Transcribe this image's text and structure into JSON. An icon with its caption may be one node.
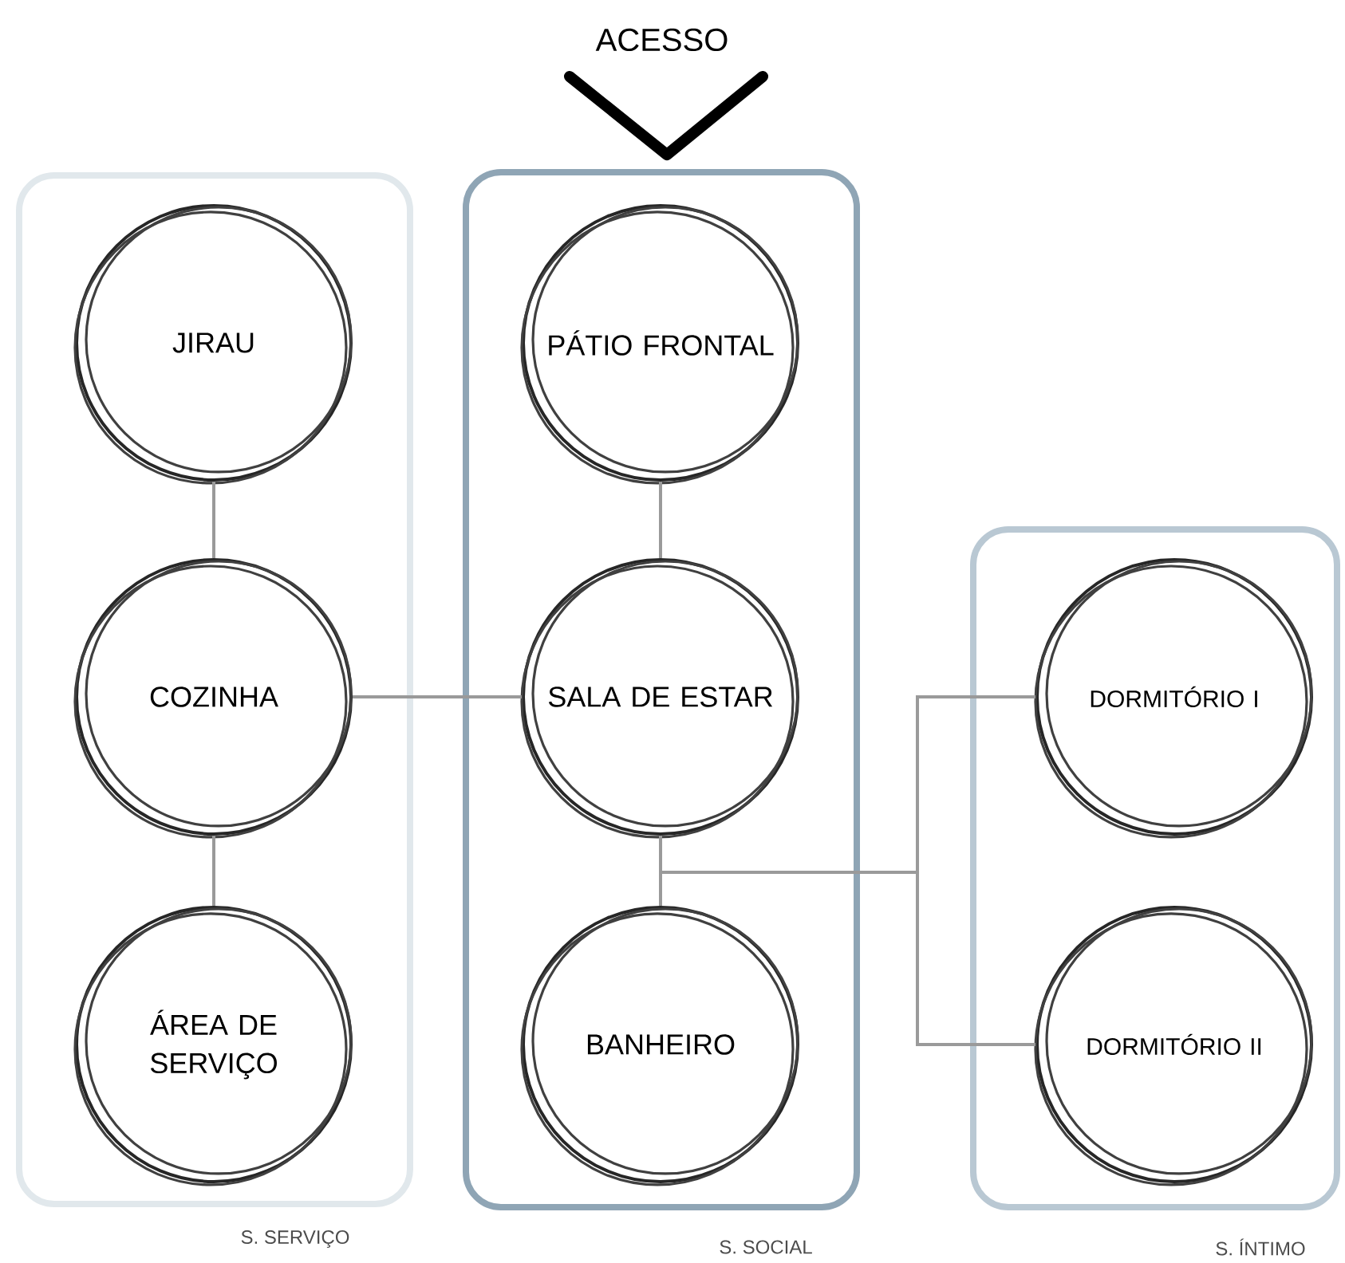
{
  "diagram": {
    "nodes": [
      {
        "text": [
          "S. SERVIÇO"
        ]
      },
      {
        "text": [
          "JIRAU"
        ],
        "in": 0
      },
      {
        "text": [
          "COZINHA"
        ],
        "in": 0
      },
      {
        "text": [
          "ÁREA DE SERVIÇO"
        ],
        "in": 0
      },
      {
        "text": [
          "S. SOCIAL"
        ]
      },
      {
        "text": [
          "PÁTIO FRONTAL"
        ],
        "in": 4
      },
      {
        "text": [
          "SALA DE ESTAR"
        ],
        "in": 4
      },
      {
        "text": [
          "BANHEIRO"
        ],
        "in": 4
      },
      {
        "text": [
          "S. ÍNTIMO"
        ]
      },
      {
        "text": [
          "DORMITÓRIO I"
        ],
        "in": 8
      },
      {
        "text": [
          "DORMITÓRIO II"
        ],
        "in": 8
      }
    ],
    "edges": [
      {
        "from": 1,
        "to": 2,
        "arrow": "none"
      },
      {
        "from": 2,
        "to": 3,
        "arrow": "none"
      },
      {
        "from": 2,
        "to": 6,
        "arrow": "none"
      },
      {
        "from": 5,
        "to": 6,
        "arrow": "none"
      },
      {
        "from": 6,
        "to": 7,
        "arrow": "none"
      },
      {
        "from": 6,
        "to": 9,
        "arrow": "none"
      },
      {
        "from": 6,
        "to": 10,
        "arrow": "none"
      }
    ],
    "labels": [
      "ACESSO"
    ]
  }
}
